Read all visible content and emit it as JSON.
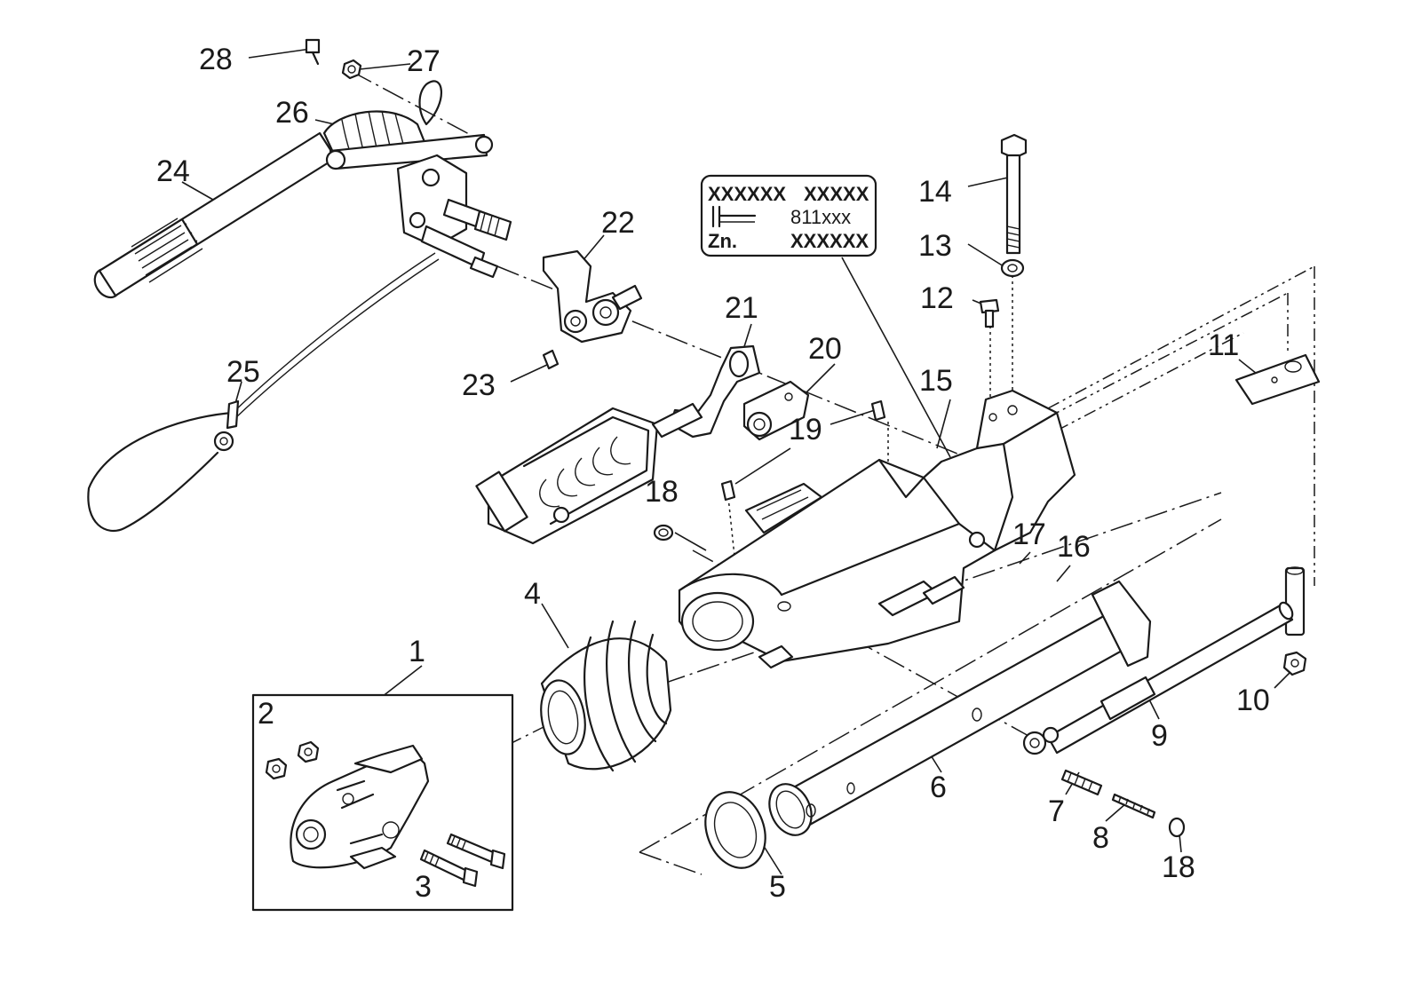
{
  "diagram": {
    "callouts": [
      {
        "id": "c1",
        "text": "1"
      },
      {
        "id": "c2",
        "text": "2"
      },
      {
        "id": "c3",
        "text": "3"
      },
      {
        "id": "c4",
        "text": "4"
      },
      {
        "id": "c5",
        "text": "5"
      },
      {
        "id": "c6",
        "text": "6"
      },
      {
        "id": "c7",
        "text": "7"
      },
      {
        "id": "c8",
        "text": "8"
      },
      {
        "id": "c9",
        "text": "9"
      },
      {
        "id": "c10",
        "text": "10"
      },
      {
        "id": "c11",
        "text": "11"
      },
      {
        "id": "c12",
        "text": "12"
      },
      {
        "id": "c13",
        "text": "13"
      },
      {
        "id": "c14",
        "text": "14"
      },
      {
        "id": "c15",
        "text": "15"
      },
      {
        "id": "c16",
        "text": "16"
      },
      {
        "id": "c17",
        "text": "17"
      },
      {
        "id": "c18a",
        "text": "18"
      },
      {
        "id": "c18b",
        "text": "18"
      },
      {
        "id": "c19",
        "text": "19"
      },
      {
        "id": "c20",
        "text": "20"
      },
      {
        "id": "c21",
        "text": "21"
      },
      {
        "id": "c22",
        "text": "22"
      },
      {
        "id": "c23",
        "text": "23"
      },
      {
        "id": "c24",
        "text": "24"
      },
      {
        "id": "c25",
        "text": "25"
      },
      {
        "id": "c26",
        "text": "26"
      },
      {
        "id": "c27",
        "text": "27"
      },
      {
        "id": "c28",
        "text": "28"
      }
    ],
    "type_plate": {
      "row1_left": "XXXXXX",
      "row1_right": "XXXXX",
      "row2_right": "811xxx",
      "row3_left": "Zn.",
      "row3_right": "XXXXXX"
    }
  }
}
